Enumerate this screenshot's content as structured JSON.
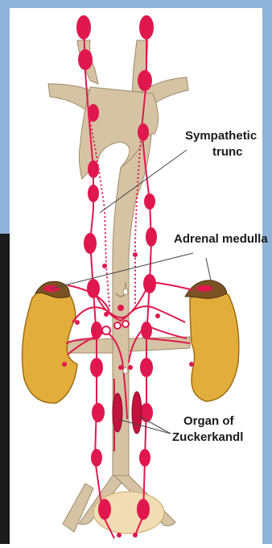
{
  "labels": {
    "sympathetic_1": "Sympathetic",
    "sympathetic_2": "trunc",
    "adrenal": "Adrenal medulla",
    "organ_1": "Organ of",
    "organ_2": "Zuckerkandl"
  },
  "colors": {
    "background_blue": "#8fb3d9",
    "background_dark": "#1b1b1b",
    "vessel": "#d5c3a3",
    "vessel_outline": "#9e8b6c",
    "nerve": "#e0174f",
    "kidney": "#e3ad3c",
    "kidney_outline": "#a06e16",
    "adrenal_cap": "#7a5224",
    "bladder": "#f2dcb3"
  }
}
